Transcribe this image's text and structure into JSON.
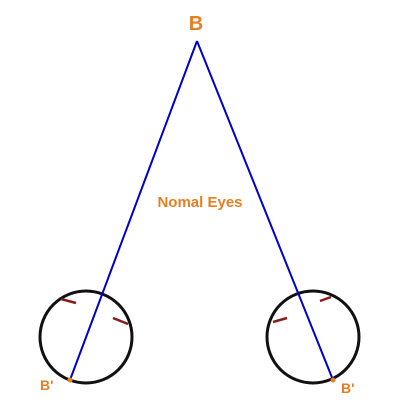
{
  "labels": {
    "top_point": "B",
    "caption": "Nomal Eyes",
    "left_image_point": "B'",
    "right_image_point": "B'"
  },
  "colors": {
    "background": "#ffffff",
    "sight_line": "#0000cc",
    "eye_outline": "#111111",
    "label": "#e67e22",
    "eye_mark": "#8b1a1a",
    "retina_point": "#e67e22"
  }
}
